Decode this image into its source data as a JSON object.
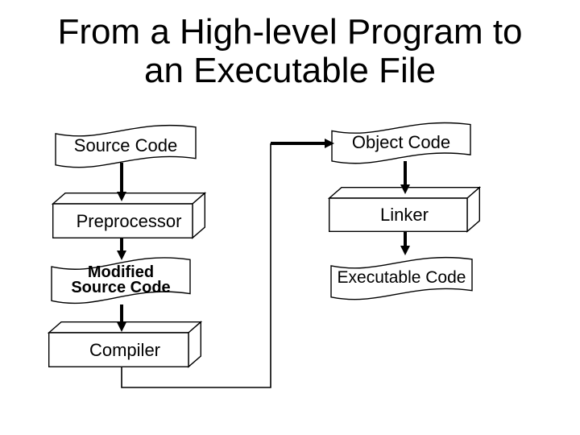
{
  "slide": {
    "title": {
      "line1": "From a High-level Program to",
      "line2": "an Executable File"
    },
    "colors": {
      "background": "#ffffff",
      "text": "#000000",
      "line": "#000000",
      "shape_fill": "#ffffff"
    }
  },
  "diagram": {
    "nodes": [
      {
        "id": "source-code",
        "shape": "wave",
        "label": "Source Code"
      },
      {
        "id": "preprocessor",
        "shape": "cube",
        "label": "Preprocessor"
      },
      {
        "id": "modified-source-code",
        "shape": "wave",
        "label": "Modified\nSource Code"
      },
      {
        "id": "compiler",
        "shape": "cube",
        "label": "Compiler"
      },
      {
        "id": "object-code",
        "shape": "wave",
        "label": "Object Code"
      },
      {
        "id": "linker",
        "shape": "cube",
        "label": "Linker"
      },
      {
        "id": "executable-code",
        "shape": "wave",
        "label": "Executable Code"
      }
    ],
    "edges": [
      {
        "from": "source-code",
        "to": "preprocessor"
      },
      {
        "from": "preprocessor",
        "to": "modified-source-code"
      },
      {
        "from": "modified-source-code",
        "to": "compiler"
      },
      {
        "from": "compiler",
        "to": "object-code"
      },
      {
        "from": "object-code",
        "to": "linker"
      },
      {
        "from": "linker",
        "to": "executable-code"
      }
    ]
  }
}
